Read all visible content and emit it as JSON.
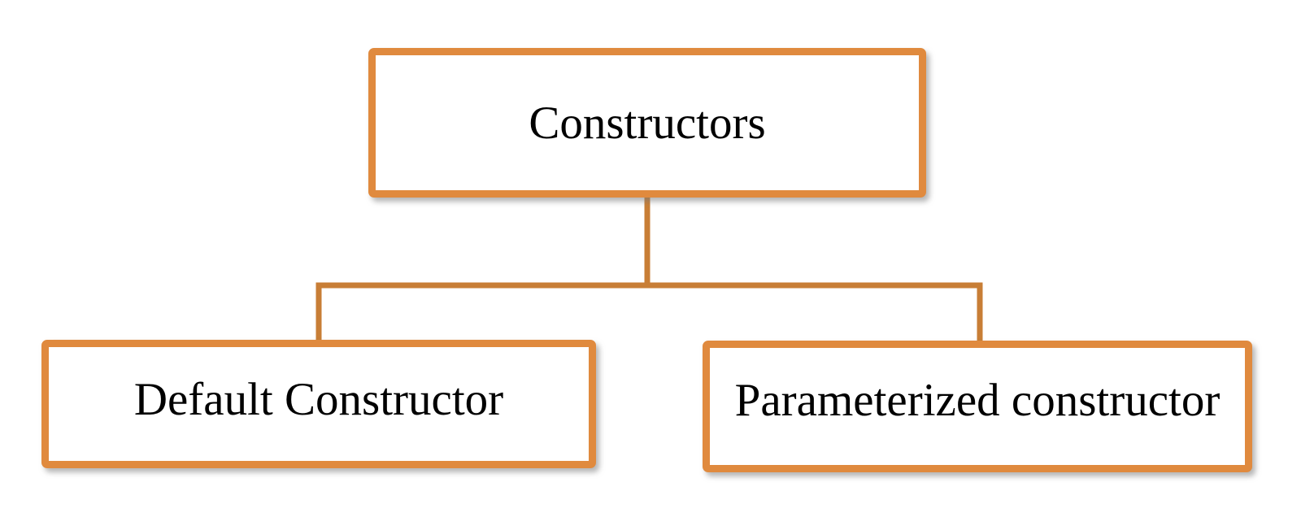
{
  "diagram": {
    "type": "hierarchy",
    "root": {
      "label": "Constructors",
      "children": [
        {
          "label": "Default Constructor"
        },
        {
          "label": "Parameterized constructor"
        }
      ]
    },
    "colors": {
      "box_border": "#E08A3E",
      "connector_line": "#C87E36",
      "box_fill": "#FFFFFF",
      "text": "#000000",
      "background": "#FFFFFF"
    }
  }
}
